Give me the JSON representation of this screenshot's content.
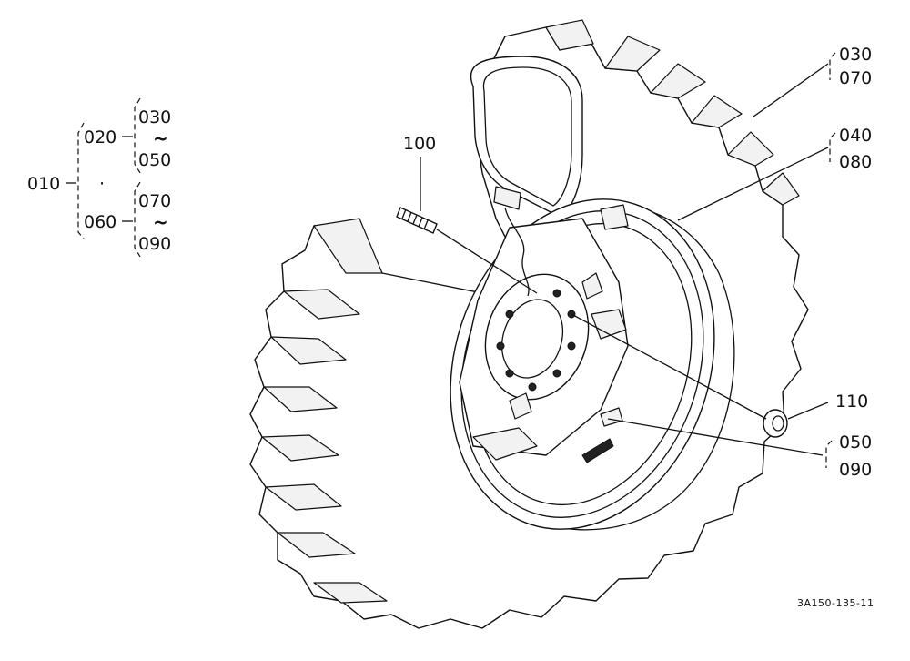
{
  "labels": {
    "p010": "010",
    "p020": "020",
    "p030a": "030",
    "tilde_a": "~",
    "p050a": "050",
    "dot": "·",
    "p060": "060",
    "p070a": "070",
    "tilde_b": "~",
    "p090a": "090",
    "p100": "100",
    "p030b": "030",
    "p070b": "070",
    "p040": "040",
    "p080": "080",
    "p110": "110",
    "p050b": "050",
    "p090b": "090"
  },
  "drawing_code": "3A150-135-11"
}
